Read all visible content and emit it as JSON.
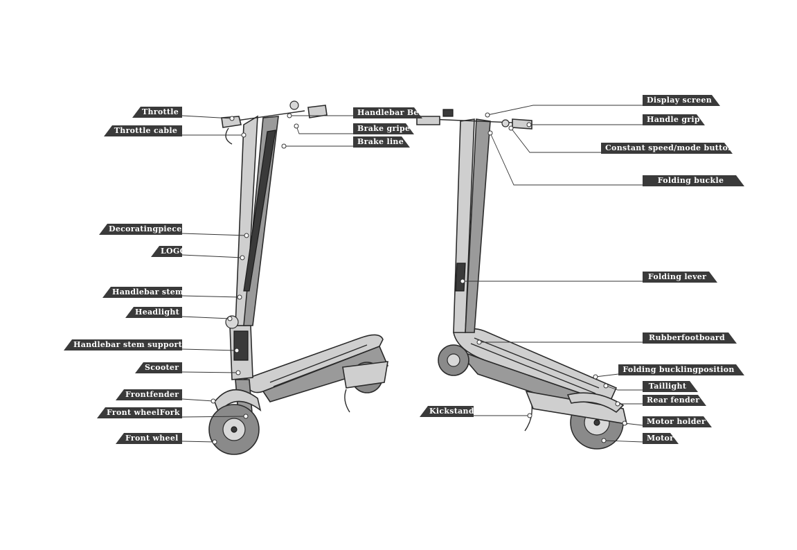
{
  "labels_left": [
    "Throttle",
    "Throttle cable",
    "Decoratingpiece",
    "LOGO",
    "Handlebar stem",
    "Headlight",
    "Handlebar stem support",
    "Scooter",
    "Frontfender",
    "Front wheelFork",
    "Front wheel"
  ],
  "labels_middle": [
    "Handlebar Bell",
    "Brake gripe",
    "Brake line",
    "Kickstand"
  ],
  "labels_right": [
    "Display screen",
    "Handle grip",
    "Constant speed/mode button",
    "Folding buckle",
    "Folding lever",
    "Rubberfootboard",
    "Folding bucklingposition",
    "Taillight",
    "Rear fender",
    "Motor holder",
    "Motor"
  ]
}
